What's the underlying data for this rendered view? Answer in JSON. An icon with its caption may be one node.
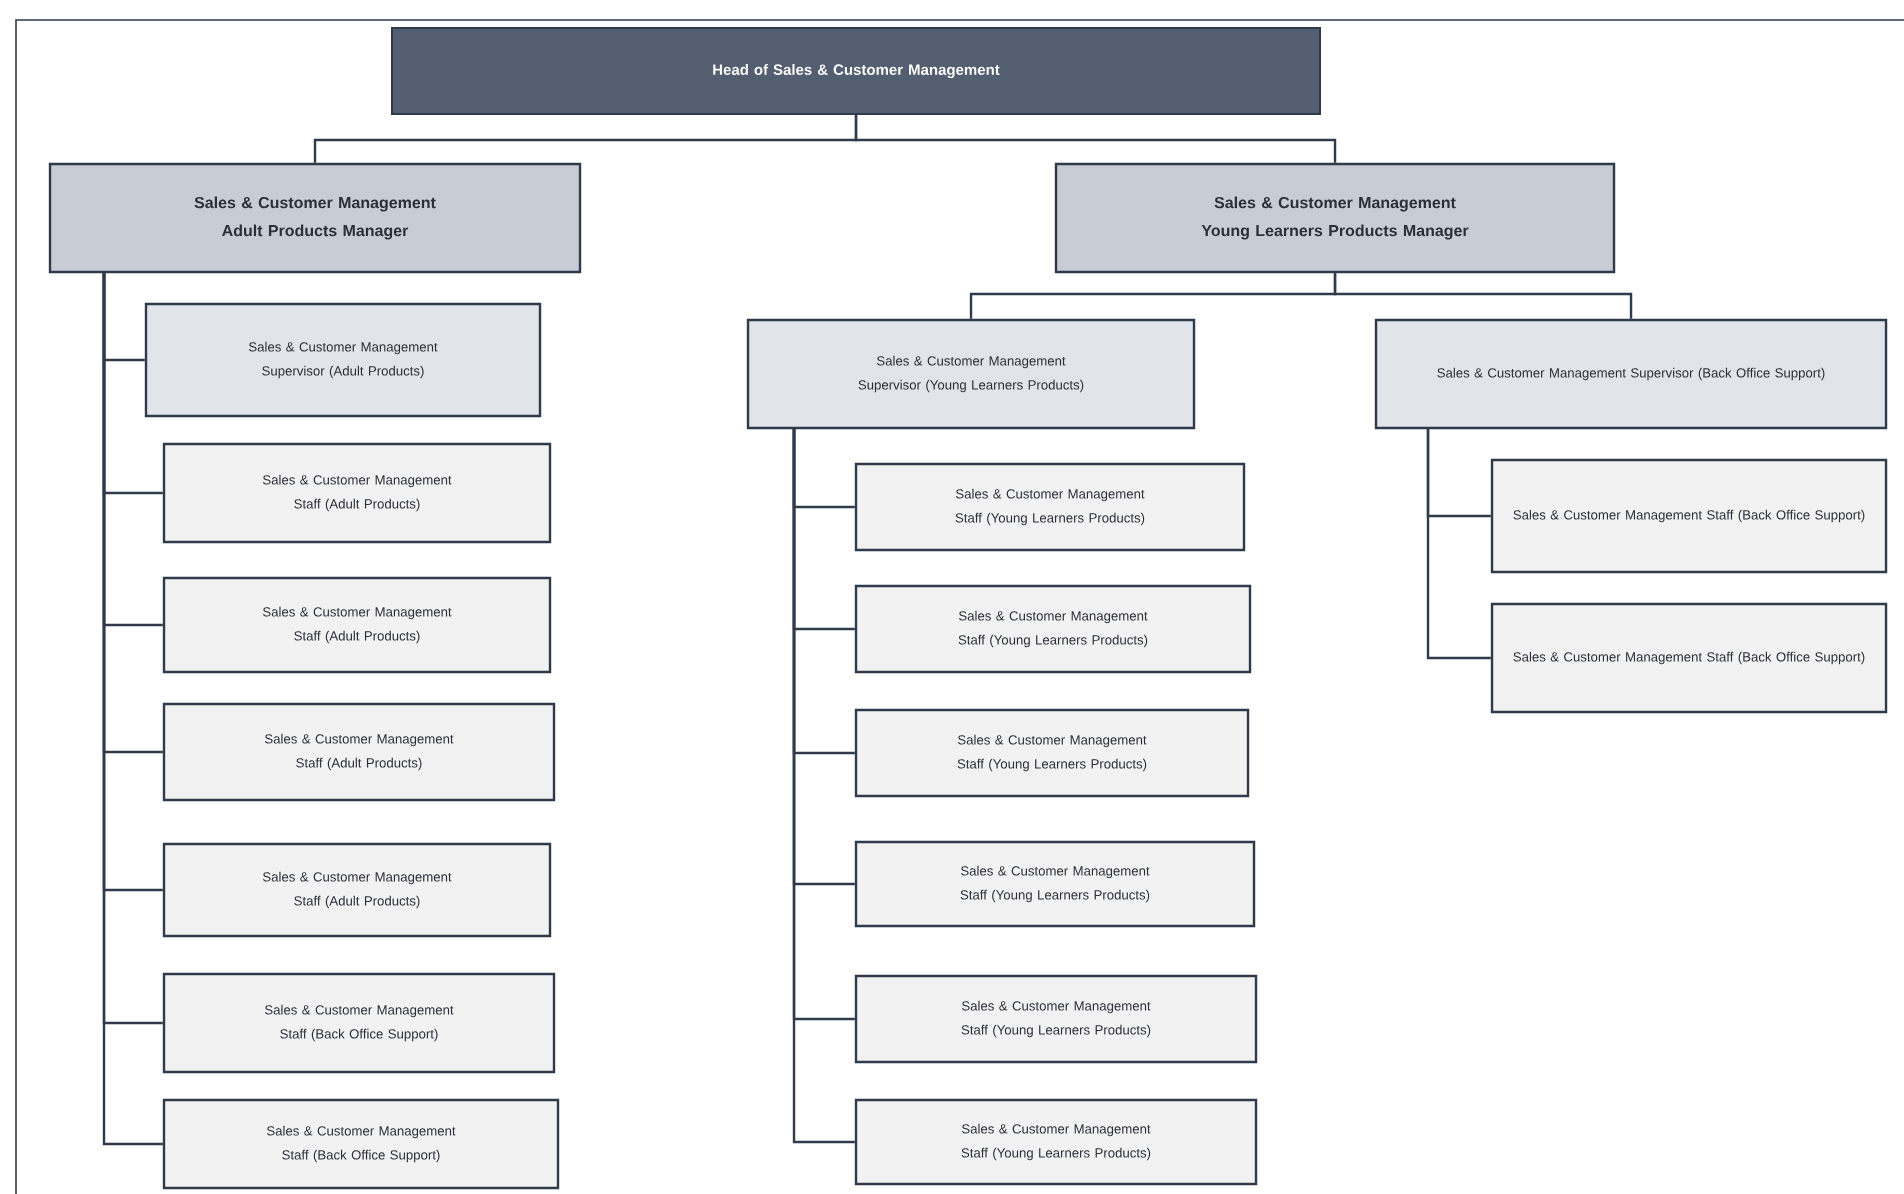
{
  "diagram": {
    "nodes": [
      {
        "text": [
          "Head of Sales & Customer Management"
        ]
      },
      {
        "text": [
          "Sales & Customer Management Adult Products Manager"
        ]
      },
      {
        "text": [
          "Sales & Customer Management Young Learners Products Manager"
        ]
      },
      {
        "text": [
          "Sales & Customer Management Supervisor (Adult Products)"
        ]
      },
      {
        "text": [
          "Sales & Customer Management Staff (Adult Products)"
        ]
      },
      {
        "text": [
          "Sales & Customer Management Staff (Adult Products)"
        ]
      },
      {
        "text": [
          "Sales & Customer Management Staff (Adult Products)"
        ]
      },
      {
        "text": [
          "Sales & Customer Management Staff (Adult Products)"
        ]
      },
      {
        "text": [
          "Sales & Customer Management Staff (Back Office Support)"
        ]
      },
      {
        "text": [
          "Sales & Customer Management Staff (Back Office Support)"
        ]
      },
      {
        "text": [
          "Sales & Customer Management Supervisor (Young Learners Products)"
        ]
      },
      {
        "text": [
          "Sales & Customer Management Supervisor (Back Office Support)"
        ]
      },
      {
        "text": [
          "Sales & Customer Management  Staff (Young Learners Products)"
        ]
      },
      {
        "text": [
          "Sales & Customer Management  Staff (Young Learners Products)"
        ]
      },
      {
        "text": [
          "Sales & Customer Management  Staff (Young Learners Products)"
        ]
      },
      {
        "text": [
          "Sales & Customer Management  Staff (Young Learners Products)"
        ]
      },
      {
        "text": [
          "Sales & Customer Management  Staff (Young Learners Products)"
        ]
      },
      {
        "text": [
          "Sales & Customer Management  Staff (Young Learners Products)"
        ]
      },
      {
        "text": [
          "Sales & Customer Management Staff (Back Office Support)"
        ]
      },
      {
        "text": [
          "Sales & Customer Management Staff (Back Office Support)"
        ]
      }
    ],
    "edges": [
      {
        "from": 0,
        "to": 1,
        "arrow": "none"
      },
      {
        "from": 0,
        "to": 2,
        "arrow": "none"
      },
      {
        "from": 1,
        "to": 3,
        "arrow": "none"
      },
      {
        "from": 1,
        "to": 4,
        "arrow": "none"
      },
      {
        "from": 1,
        "to": 5,
        "arrow": "none"
      },
      {
        "from": 1,
        "to": 6,
        "arrow": "none"
      },
      {
        "from": 1,
        "to": 7,
        "arrow": "none"
      },
      {
        "from": 1,
        "to": 8,
        "arrow": "none"
      },
      {
        "from": 1,
        "to": 9,
        "arrow": "none"
      },
      {
        "from": 2,
        "to": 10,
        "arrow": "none"
      },
      {
        "from": 2,
        "to": 11,
        "arrow": "none"
      },
      {
        "from": 10,
        "to": 12,
        "arrow": "none"
      },
      {
        "from": 10,
        "to": 13,
        "arrow": "none"
      },
      {
        "from": 10,
        "to": 14,
        "arrow": "none"
      },
      {
        "from": 10,
        "to": 15,
        "arrow": "none"
      },
      {
        "from": 10,
        "to": 16,
        "arrow": "none"
      },
      {
        "from": 10,
        "to": 17,
        "arrow": "none"
      },
      {
        "from": 11,
        "to": 18,
        "arrow": "none"
      },
      {
        "from": 11,
        "to": 19,
        "arrow": "none"
      }
    ]
  }
}
